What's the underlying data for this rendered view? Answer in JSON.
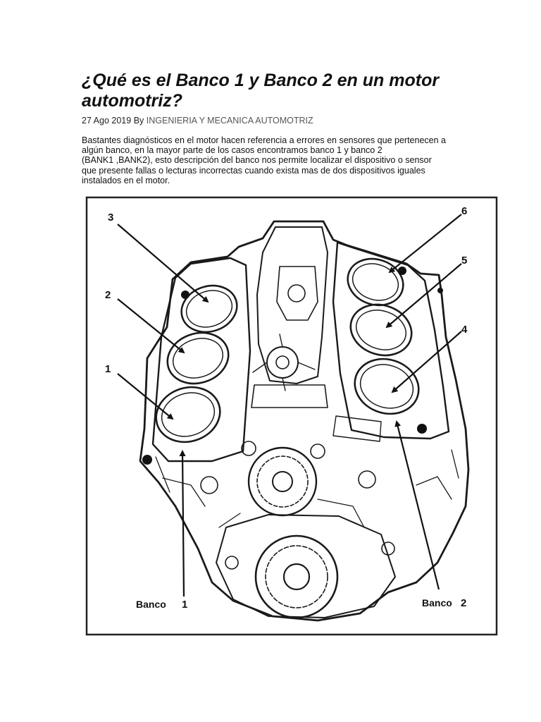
{
  "article": {
    "title": "¿Qué es el Banco 1 y Banco 2 en un motor automotriz?",
    "date": "27 Ago 2019",
    "by": "By",
    "author": "INGENIERIA Y MECANICA AUTOMOTRIZ",
    "paragraph_lines": [
      "Bastantes diagnósticos en el motor hacen referencia a errores en sensores que pertenecen a",
      "algún banco, en la mayor parte de los casos encontramos banco 1 y banco 2",
      "(BANK1 ,BANK2), esto descripción del banco nos permite localizar el dispositivo o sensor",
      "que presente fallas o lecturas incorrectas cuando exista mas de dos dispositivos iguales",
      "instalados en el motor."
    ]
  },
  "figure": {
    "cylinder_labels": [
      "1",
      "2",
      "3",
      "4",
      "5",
      "6"
    ],
    "bank_1": {
      "word": "Banco",
      "number": "1"
    },
    "bank_2": {
      "word": "Banco",
      "number": "2"
    }
  }
}
